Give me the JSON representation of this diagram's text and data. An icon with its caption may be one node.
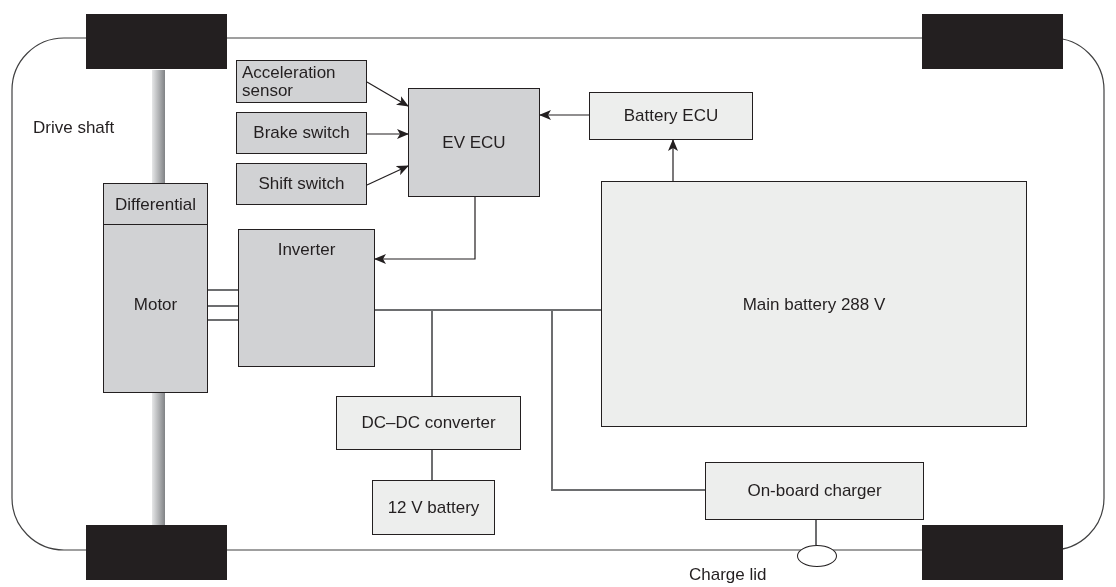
{
  "diagram": {
    "nodes": [
      {
        "text": [
          "Acceleration sensor"
        ]
      },
      {
        "text": [
          "Brake switch"
        ]
      },
      {
        "text": [
          "Shift switch"
        ]
      },
      {
        "text": [
          "EV ECU"
        ]
      },
      {
        "text": [
          "Battery ECU"
        ]
      },
      {
        "text": [
          "Differential"
        ]
      },
      {
        "text": [
          "Motor"
        ]
      },
      {
        "text": [
          "Inverter"
        ]
      },
      {
        "text": [
          "Main battery 288 V"
        ]
      },
      {
        "text": [
          "DC–DC converter"
        ]
      },
      {
        "text": [
          "12 V battery"
        ]
      },
      {
        "text": [
          "On-board charger"
        ]
      },
      {
        "text": [],
        "shape": "circle",
        "beside": [
          "Charge lid"
        ]
      }
    ],
    "edges": [
      {
        "from": 0,
        "to": 3,
        "arrow": "to",
        "color": "#231f20"
      },
      {
        "from": 1,
        "to": 3,
        "arrow": "to",
        "color": "#231f20"
      },
      {
        "from": 2,
        "to": 3,
        "arrow": "to",
        "color": "#231f20"
      },
      {
        "from": 4,
        "to": 3,
        "arrow": "to",
        "color": "#231f20"
      },
      {
        "from": 8,
        "to": 4,
        "arrow": "to",
        "color": "#231f20"
      },
      {
        "from": 3,
        "to": 7,
        "arrow": "to",
        "color": "#231f20"
      },
      {
        "from": 6,
        "to": 7,
        "arrow": "none"
      },
      {
        "from": 6,
        "to": 7,
        "arrow": "none"
      },
      {
        "from": 6,
        "to": 7,
        "arrow": "none"
      },
      {
        "from": 7,
        "to": 8,
        "arrow": "none"
      },
      {
        "from": 7,
        "to": 9,
        "arrow": "none"
      },
      {
        "from": 8,
        "to": 11,
        "arrow": "none"
      },
      {
        "from": 9,
        "to": 10,
        "arrow": "none"
      },
      {
        "from": 11,
        "to": 12,
        "arrow": "none"
      }
    ],
    "labels": [
      "Drive shaft"
    ]
  }
}
